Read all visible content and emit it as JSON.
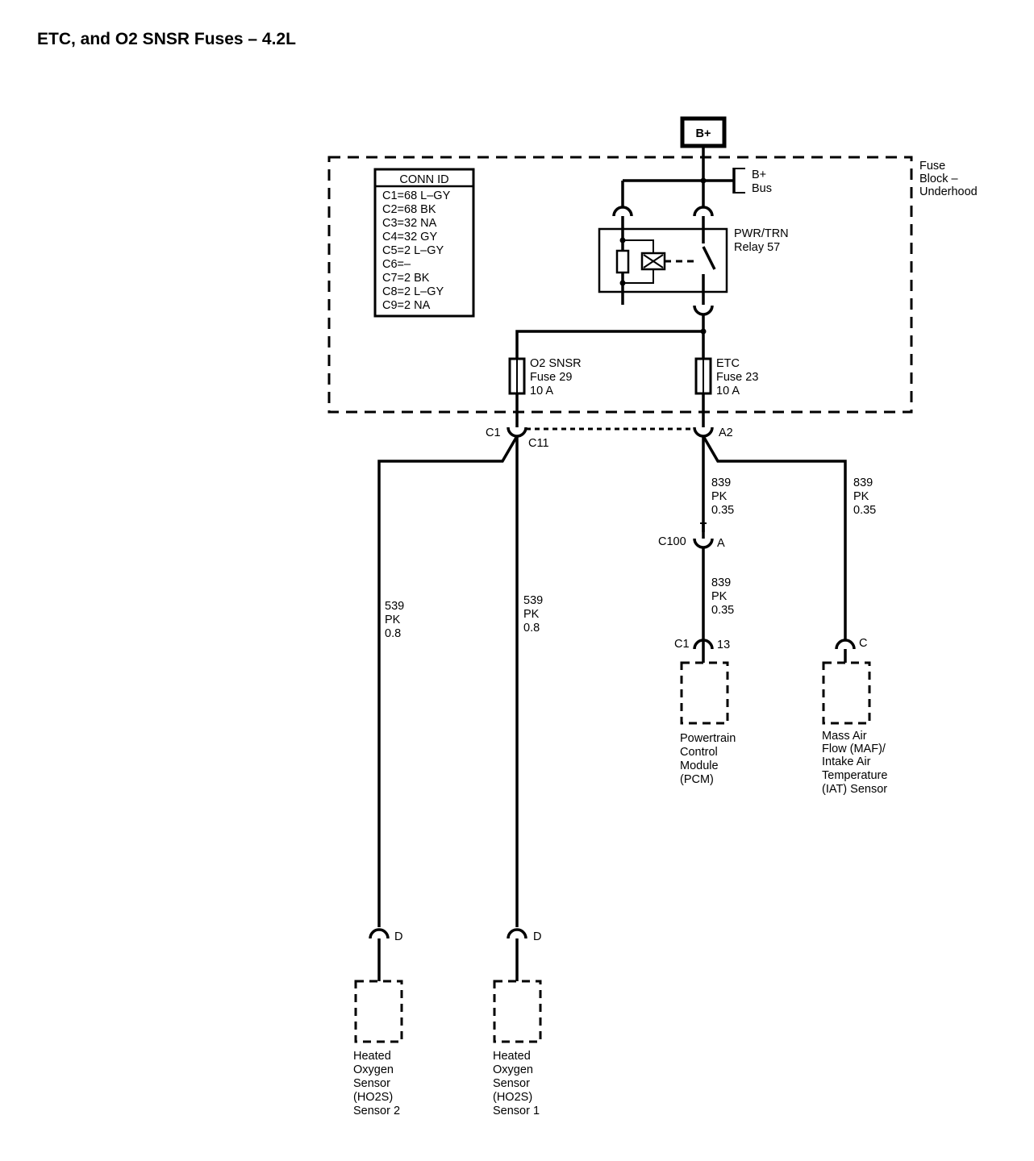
{
  "title": "ETC, and O2 SNSR Fuses – 4.2L",
  "bplus_source": "B+",
  "fuse_block": {
    "line1": "Fuse",
    "line2": "Block –",
    "line3": "Underhood"
  },
  "bus": {
    "line1": "B+",
    "line2": "Bus"
  },
  "relay": {
    "line1": "PWR/TRN",
    "line2": "Relay 57"
  },
  "conn_id": {
    "header": "CONN ID",
    "rows": [
      "C1=68 L–GY",
      "C2=68 BK",
      "C3=32 NA",
      "C4=32 GY",
      "C5=2 L–GY",
      "C6=–",
      "C7=2 BK",
      "C8=2 L–GY",
      "C9=2 NA"
    ]
  },
  "fuse_o2": {
    "line1": "O2 SNSR",
    "line2": "Fuse 29",
    "line3": "10 A"
  },
  "fuse_etc": {
    "line1": "ETC",
    "line2": "Fuse 23",
    "line3": "10 A"
  },
  "connectors": {
    "c1": "C1",
    "c11": "C11",
    "a2": "A2",
    "c100": "C100",
    "c100_pin": "A",
    "pcm_conn": "C1",
    "pcm_pin": "13",
    "maf_pin": "C",
    "ho2s2_pin": "D",
    "ho2s1_pin": "D"
  },
  "wires": {
    "w539_left": {
      "circuit": "539",
      "color": "PK",
      "size": "0.8"
    },
    "w539_right": {
      "circuit": "539",
      "color": "PK",
      "size": "0.8"
    },
    "w839_upper": {
      "circuit": "839",
      "color": "PK",
      "size": "0.35"
    },
    "w839_lower": {
      "circuit": "839",
      "color": "PK",
      "size": "0.35"
    },
    "w839_maf": {
      "circuit": "839",
      "color": "PK",
      "size": "0.35"
    }
  },
  "components": {
    "pcm": [
      "Powertrain",
      "Control",
      "Module",
      "(PCM)"
    ],
    "maf": [
      "Mass Air",
      "Flow (MAF)/",
      "Intake Air",
      "Temperature",
      "(IAT) Sensor"
    ],
    "ho2s2": [
      "Heated",
      "Oxygen",
      "Sensor",
      "(HO2S)",
      "Sensor 2"
    ],
    "ho2s1": [
      "Heated",
      "Oxygen",
      "Sensor",
      "(HO2S)",
      "Sensor 1"
    ]
  }
}
